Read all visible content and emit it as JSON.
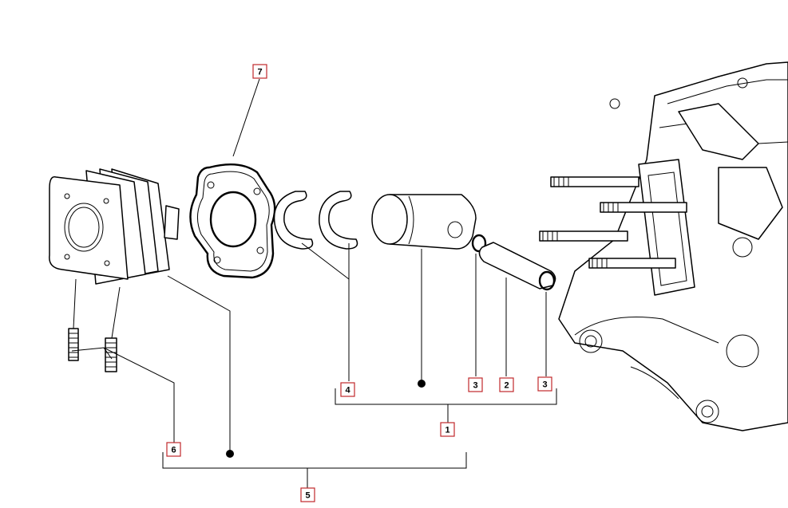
{
  "diagram": {
    "callouts": [
      {
        "label": "7"
      },
      {
        "label": "4"
      },
      {
        "label": "3"
      },
      {
        "label": "2"
      },
      {
        "label": "3"
      },
      {
        "label": "1"
      },
      {
        "label": "6"
      },
      {
        "label": "5"
      }
    ],
    "colors": {
      "callout_border": "#c0282b",
      "line": "#000000",
      "background": "#ffffff"
    }
  }
}
